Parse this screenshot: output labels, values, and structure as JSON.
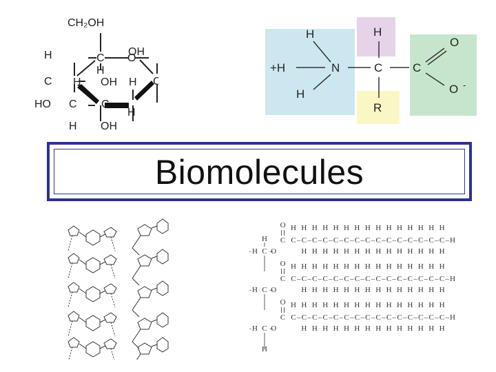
{
  "title": "Biomolecules",
  "glucose": {
    "ch2oh": "CH₂OH",
    "o_ring": "O",
    "oh": "OH",
    "ho": "HO",
    "h": "H",
    "c": "C"
  },
  "amino_acid": {
    "h": "H",
    "plus_h": "+H",
    "n": "N",
    "c": "C",
    "o": "O",
    "o_minus": "O",
    "minus": "-",
    "r": "R",
    "colors": {
      "amine": "#cce7ef",
      "hydrogen": "#e6d3ea",
      "carboxyl": "#c5e6cc",
      "r_group": "#fbf7c5"
    }
  },
  "triglyceride": {
    "h": "H",
    "c": "C",
    "o": "O",
    "bond": "–"
  }
}
